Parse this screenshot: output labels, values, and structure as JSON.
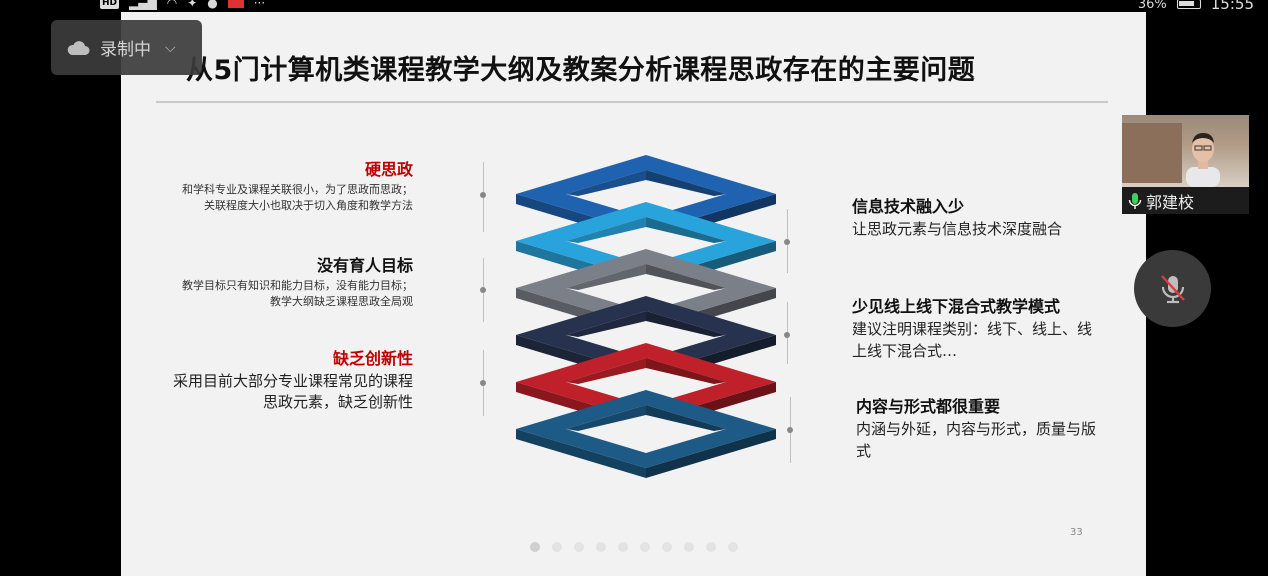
{
  "status_bar": {
    "left_badge": "HD",
    "time": "15:55",
    "battery_text": "36%"
  },
  "recording": {
    "label": "录制中",
    "icon": "cloud-icon",
    "chevron": "chevron-down-icon"
  },
  "slide": {
    "title": "从5门计算机类课程教学大纲及教案分析课程思政存在的主要问题",
    "page_number": "33",
    "left_items": [
      {
        "heading": "硬思政",
        "body": "和学科专业及课程关联很小，为了思政而思政；关联程度大小也取决于切入角度和教学方法"
      },
      {
        "heading": "没有育人目标",
        "body": "教学目标只有知识和能力目标，没有能力目标；教学大纲缺乏课程思政全局观"
      },
      {
        "heading": "缺乏创新性",
        "body": "采用目前大部分专业课程常见的课程思政元素，缺乏创新性"
      }
    ],
    "right_items": [
      {
        "heading": "信息技术融入少",
        "body": "让思政元素与信息技术深度融合"
      },
      {
        "heading": "少见线上线下混合式教学模式",
        "body": "建议注明课程类别：线下、线上、线上线下混合式…"
      },
      {
        "heading": "内容与形式都很重要",
        "body": "内涵与外延，内容与形式，质量与版式"
      }
    ],
    "layer_colors": [
      "#1f63b0",
      "#29a3dc",
      "#7b8088",
      "#27324e",
      "#c0202a",
      "#1d5a86"
    ],
    "carousel_dot_count": 10,
    "carousel_active": 1
  },
  "video": {
    "participant_name": "郭建校",
    "icon": "mic-active-icon"
  },
  "mic_button": {
    "icon": "mic-muted-icon"
  }
}
